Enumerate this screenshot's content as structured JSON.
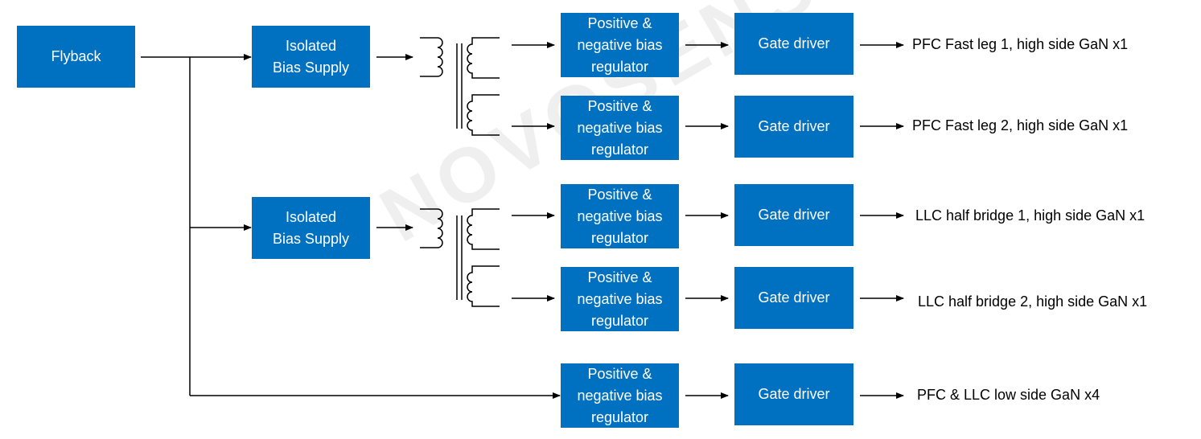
{
  "diagram": {
    "flyback": "Flyback",
    "isolated_bias_supply": "Isolated\nBias Supply",
    "bias_regulator": "Positive &\nnegative bias\nregulator",
    "gate_driver": "Gate driver",
    "outputs": [
      "PFC Fast leg 1, high side GaN x1",
      "PFC Fast leg 2, high side GaN x1",
      "LLC half bridge 1, high side GaN x1",
      "LLC half bridge 2, high side GaN x1",
      "PFC & LLC low side GaN x4"
    ],
    "watermark": "NOVOSENSE"
  },
  "colors": {
    "box_fill": "#0070c0",
    "box_text": "#ffffff",
    "line": "#000000"
  }
}
